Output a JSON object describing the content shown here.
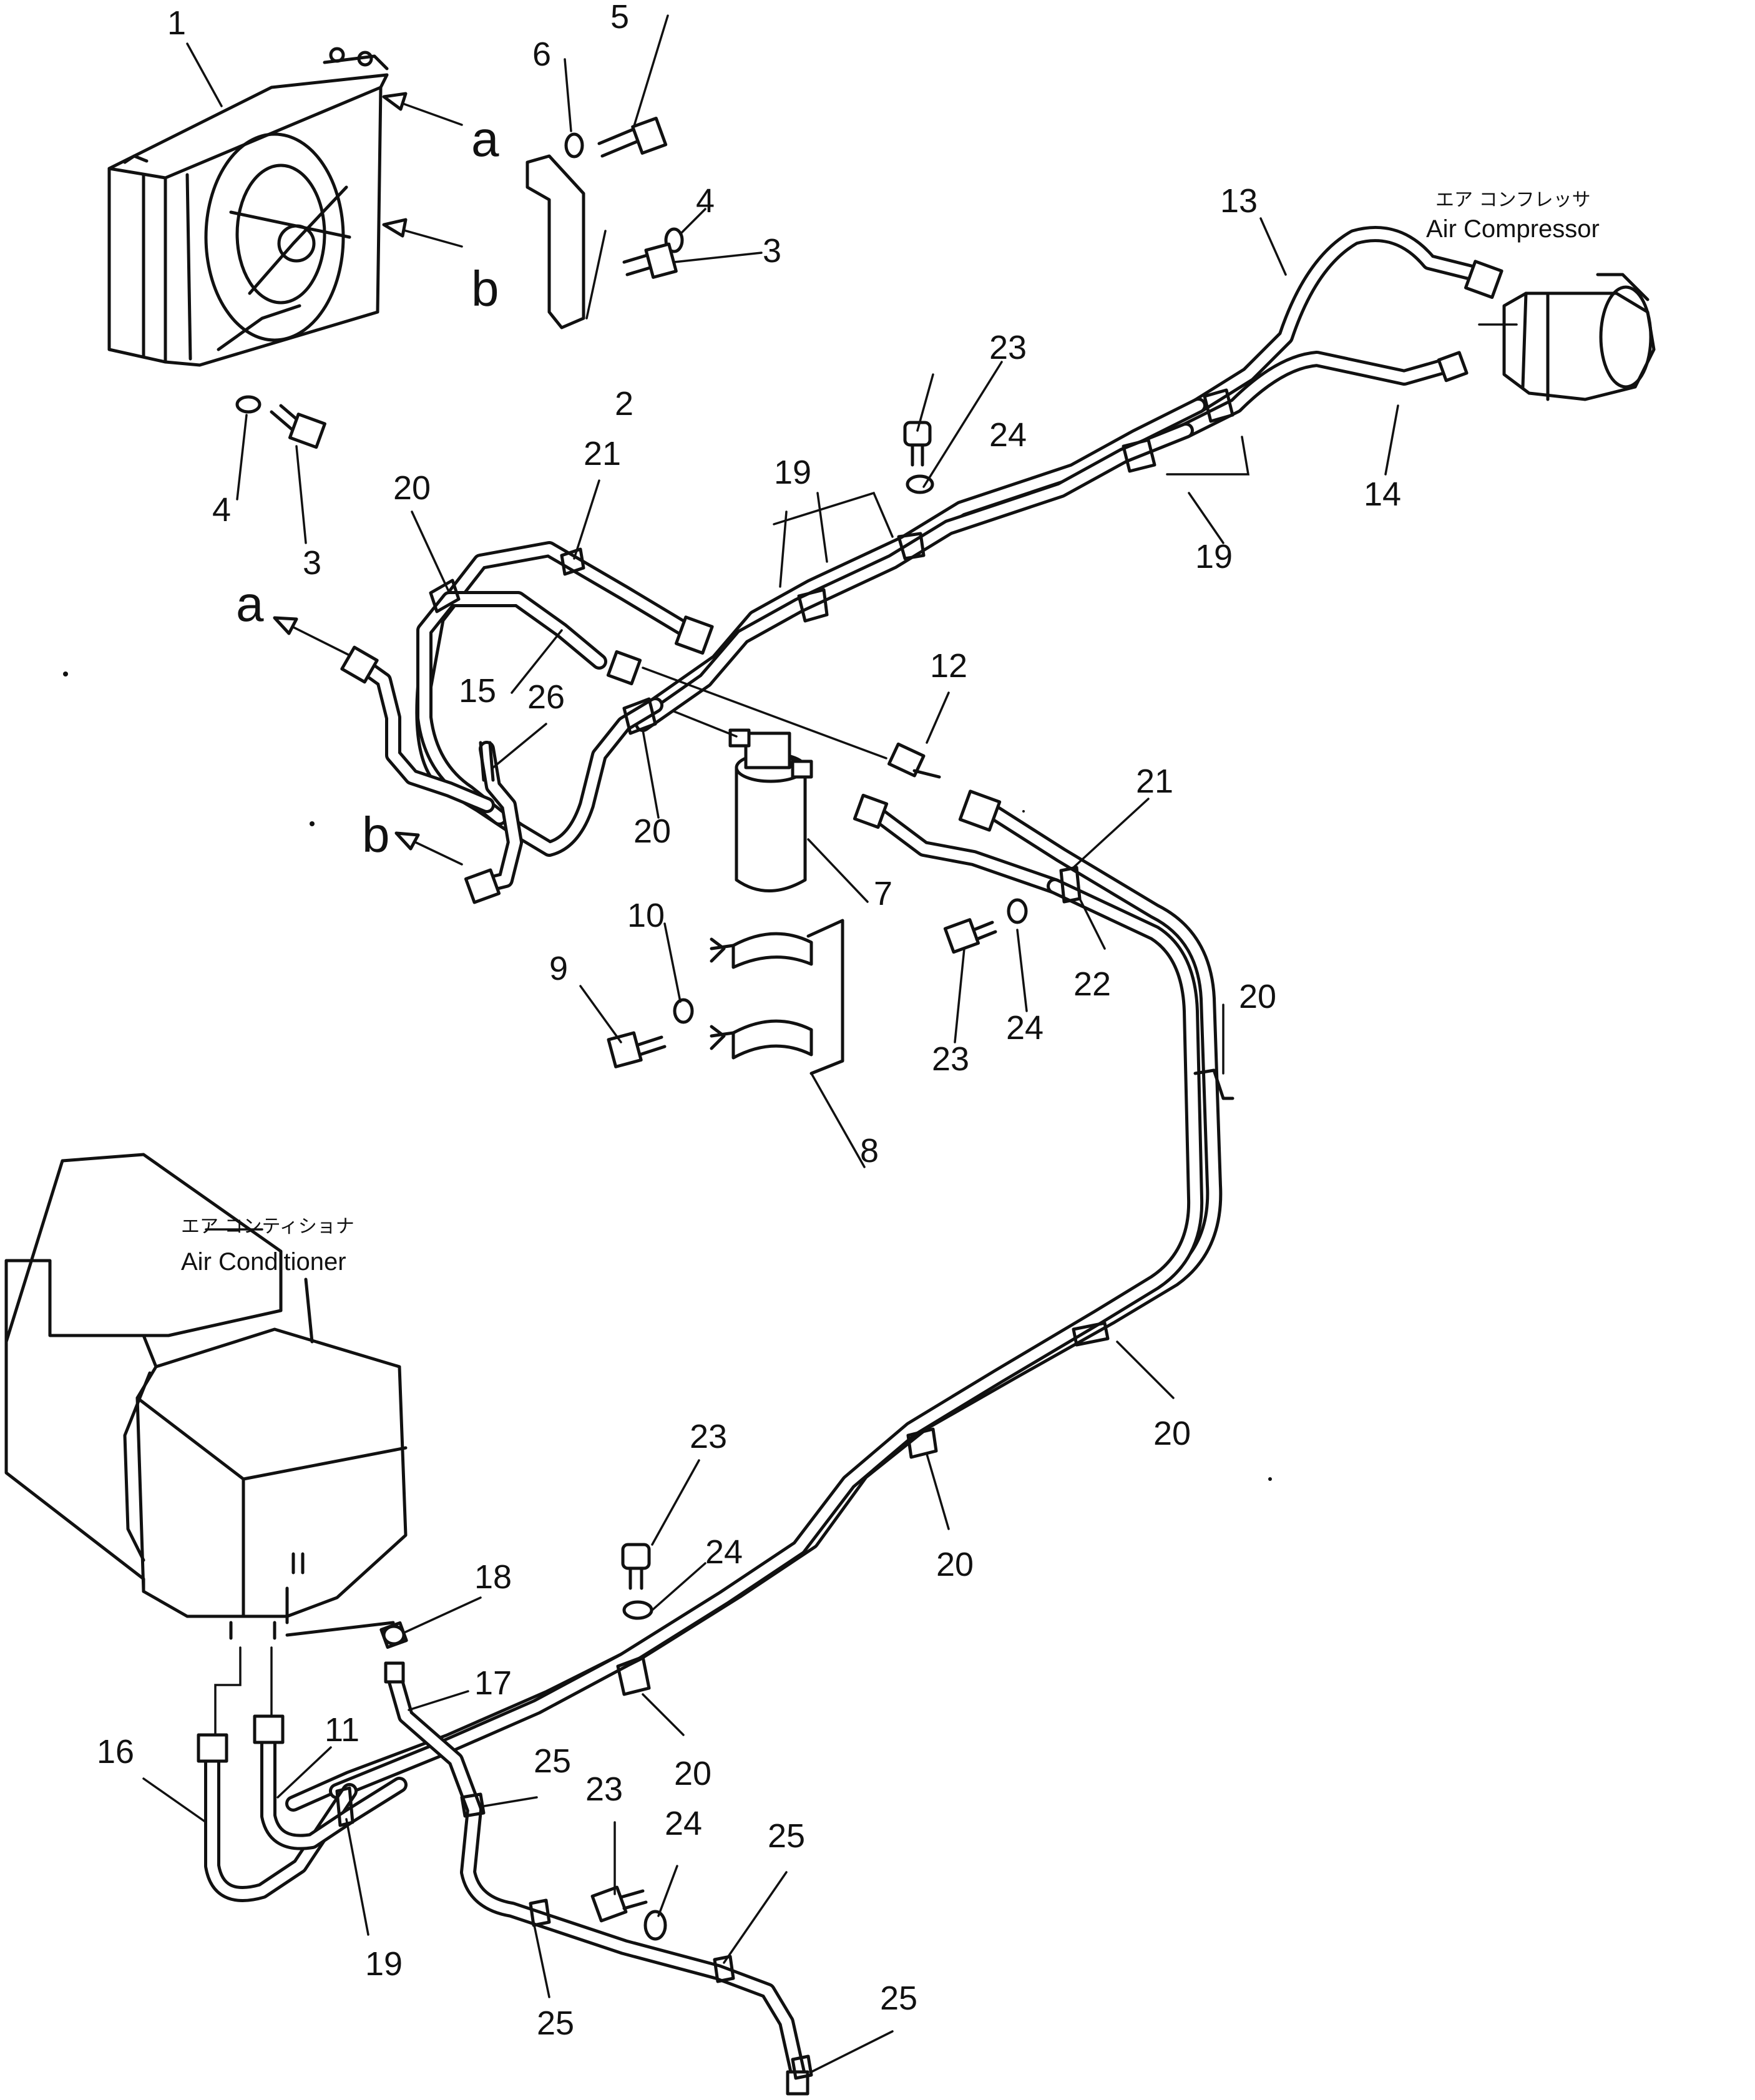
{
  "notes": {
    "compressor_jp": "エア コンフレッサ",
    "compressor_en": "Air Compressor",
    "conditioner_jp": "エア コンティショナ",
    "conditioner_en": "Air Conditioner"
  },
  "markers": {
    "a": "a",
    "b": "b"
  },
  "labels": {
    "l1": "1",
    "l2": "2",
    "l3a": "3",
    "l3b": "3",
    "l4a": "4",
    "l4b": "4",
    "l5": "5",
    "l6": "6",
    "l7": "7",
    "l8": "8",
    "l9": "9",
    "l10": "10",
    "l11": "11",
    "l12": "12",
    "l13": "13",
    "l14": "14",
    "l15": "15",
    "l16": "16",
    "l17": "17",
    "l18": "18",
    "l19a": "19",
    "l19b": "19",
    "l19c": "19",
    "l20a": "20",
    "l20b": "20",
    "l20c": "20",
    "l20d": "20",
    "l20e": "20",
    "l20f": "20",
    "l21a": "21",
    "l21b": "21",
    "l22": "22",
    "l23a": "23",
    "l23b": "23",
    "l23c": "23",
    "l23d": "23",
    "l24a": "24",
    "l24b": "24",
    "l24c": "24",
    "l24d": "24",
    "l25a": "25",
    "l25b": "25",
    "l25c": "25",
    "l25d": "25",
    "l26": "26"
  }
}
